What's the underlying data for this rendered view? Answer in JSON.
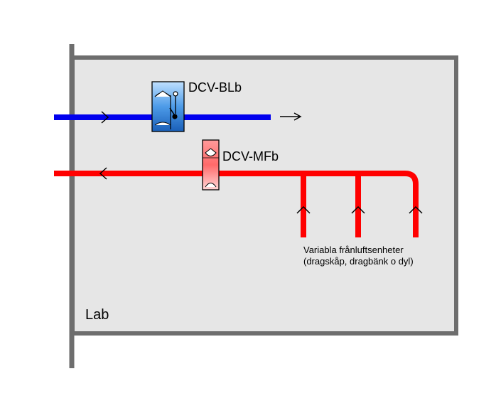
{
  "labels": {
    "supply_damper": "DCV-BLb",
    "exhaust_damper": "DCV-MFb",
    "exhaust_units_line1": "Variabla frånluftsenheter",
    "exhaust_units_line2": "(dragskåp, dragbänk o dyl)",
    "room": "Lab"
  },
  "colors": {
    "supply_duct": "#0000ee",
    "exhaust_duct": "#ff0000",
    "wall": "#6e6e6e",
    "room_fill": "#e6e6e6",
    "supply_unit": "#3d8fdf",
    "exhaust_unit": "#ff5a5a"
  },
  "icons": {
    "supply_damper": "vav-damper-icon",
    "exhaust_damper": "vav-damper-icon"
  }
}
